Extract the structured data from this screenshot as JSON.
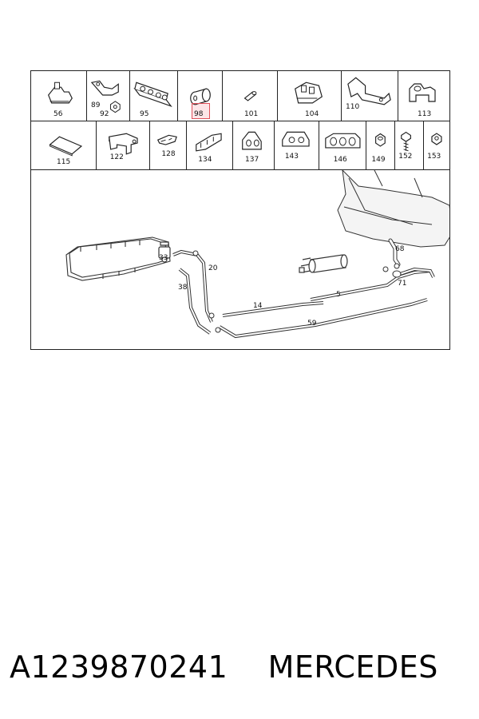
{
  "diagram": {
    "row1": [
      {
        "label": "56"
      },
      {
        "labels": [
          "89",
          "92"
        ]
      },
      {
        "label": "95"
      },
      {
        "label": "98",
        "highlighted": true
      },
      {
        "label": "101"
      },
      {
        "label": "104"
      },
      {
        "label": "110"
      },
      {
        "label": "113"
      }
    ],
    "row2": [
      {
        "label": "115"
      },
      {
        "label": "122"
      },
      {
        "label": "128"
      },
      {
        "label": "134"
      },
      {
        "label": "137"
      },
      {
        "label": "143"
      },
      {
        "label": "146"
      },
      {
        "label": "149"
      },
      {
        "label": "152"
      },
      {
        "label": "153"
      }
    ],
    "callouts": [
      "68",
      "5",
      "71",
      "20",
      "38",
      "14",
      "59",
      "33"
    ],
    "highlight_color": "#e0505a"
  },
  "caption": {
    "part_number": "A1239870241",
    "brand": "MERCEDES"
  }
}
